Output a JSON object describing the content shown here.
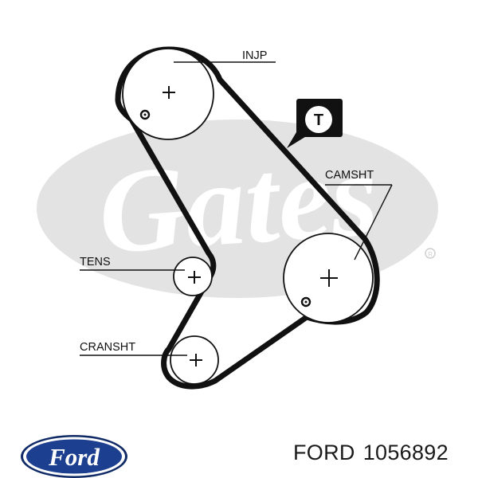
{
  "diagram": {
    "labels": {
      "injp": "INJP",
      "camshaft": "CAMSHT",
      "tensioner": "TENS",
      "crankshaft": "CRANSHT"
    },
    "watermark_text": "Gates",
    "tensioner_badge_letter": "T",
    "belt_color": "#111111",
    "watermark_color": "#e3e3e3"
  },
  "footer": {
    "logo_text": "Ford",
    "brand": "FORD",
    "part_number": "1056892",
    "logo_colors": {
      "blue": "#1d3f8f",
      "dark_blue": "#0f2a66",
      "white": "#ffffff"
    }
  }
}
